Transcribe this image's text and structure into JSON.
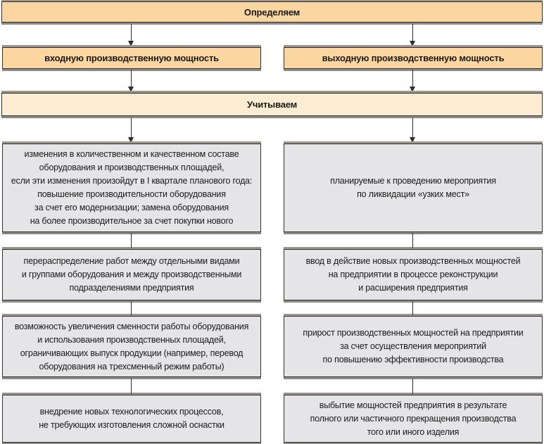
{
  "diagram": {
    "define_bar": {
      "label": "Определяем"
    },
    "input_capacity": {
      "label": "входную производственную мощность"
    },
    "output_capacity": {
      "label": "выходную производственную мощность"
    },
    "consider_bar": {
      "label": "Учитываем"
    },
    "left_column": {
      "items": [
        {
          "text": "изменения в количественном и качественном составе\nоборудования и производственных площадей,\nесли эти изменения произойдут в I квартале планового года:\nповышение производительности оборудования\nза счет его модернизации; замена оборудования\nна более производительное за счет покупки нового"
        },
        {
          "text": "перераспределение работ между отдельными видами\nи группами оборудования и между производственными\nподразделениями предприятия"
        },
        {
          "text": "возможность увеличения сменности работы оборудования\nи использования производственных площадей,\nограничивающих выпуск продукции (например, перевод\nоборудования на трехсменный режим работы)"
        },
        {
          "text": "внедрение новых технологических процессов,\nне требующих изготовления сложной оснастки"
        }
      ]
    },
    "right_column": {
      "items": [
        {
          "text": "планируемые к проведению мероприятия\nпо ликвидации «узких мест»"
        },
        {
          "text": "ввод в действие новых производственных мощностей\nна предприятии в процессе реконструкции\nи расширения предприятия"
        },
        {
          "text": "прирост производственных мощностей на предприятии\nза счет осуществления мероприятий\nпо повышению эффективности производства"
        },
        {
          "text": "выбытие мощностей предприятия в результате\nполного или частичного прекращения производства\nтого или иного изделия"
        }
      ]
    },
    "colors": {
      "header_fill": "#fbd6a0",
      "consider_fill": "#fcecd1",
      "item_fill": "#e5e5e7",
      "border": "#2f2f2f",
      "shadow": "#8c8c86",
      "text": "#1a1a1a",
      "background": "#ffffff"
    }
  }
}
